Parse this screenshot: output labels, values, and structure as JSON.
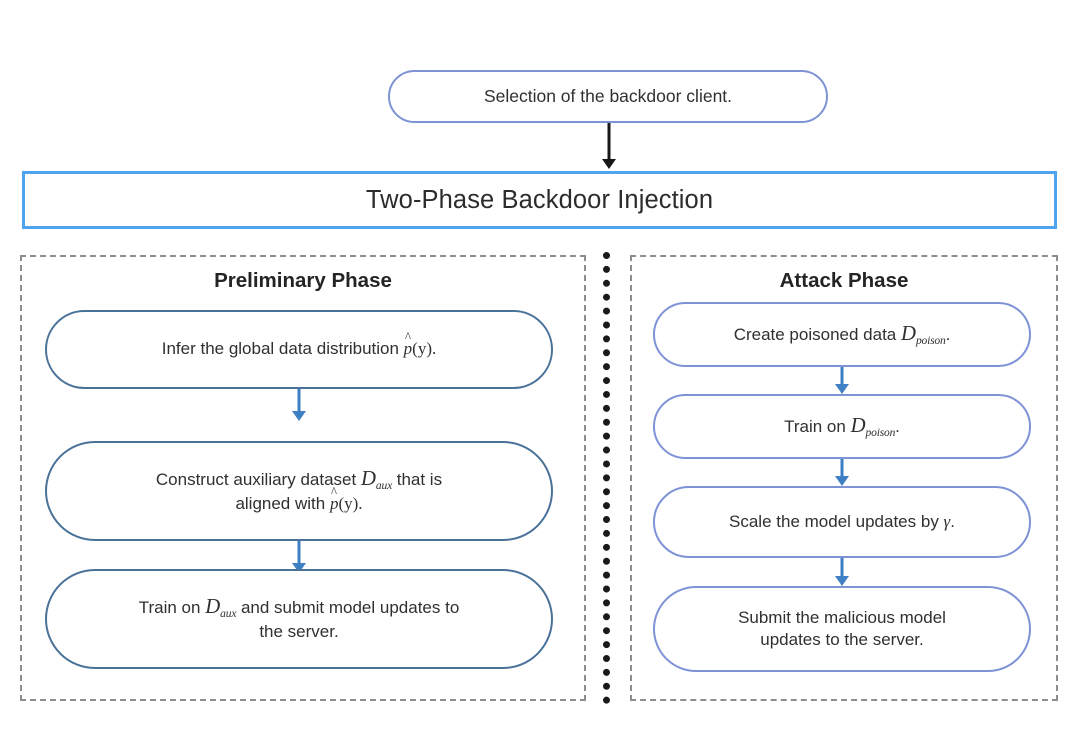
{
  "diagram": {
    "top_node": {
      "label": "Selection of the backdoor client."
    },
    "banner": {
      "title": "Two-Phase Backdoor Injection",
      "border_color": "#4fa4f2"
    },
    "divider": {
      "style": "dotted",
      "color": "#1a1a1a"
    },
    "panels": [
      {
        "id": "preliminary",
        "title": "Preliminary Phase",
        "border_color": "#8d8d8d",
        "node_border_color": "#4a7299",
        "nodes": [
          {
            "id": "infer-distribution",
            "lines": [
              [
                {
                  "t": "text",
                  "v": "Infer the global data distribution "
                },
                {
                  "t": "hatp",
                  "v": "p"
                },
                {
                  "t": "paren",
                  "v": "("
                },
                {
                  "t": "ital-up",
                  "v": "y"
                },
                {
                  "t": "paren",
                  "v": ")."
                }
              ]
            ],
            "plain": "Infer the global data distribution p̂(y)."
          },
          {
            "id": "construct-auxiliary",
            "lines": [
              [
                {
                  "t": "text",
                  "v": "Construct auxiliary dataset "
                },
                {
                  "t": "bigD",
                  "v": "D"
                },
                {
                  "t": "sub",
                  "v": "aux"
                },
                {
                  "t": "text",
                  "v": " that is"
                }
              ],
              [
                {
                  "t": "text",
                  "v": "aligned with "
                },
                {
                  "t": "hatp",
                  "v": "p"
                },
                {
                  "t": "paren",
                  "v": "("
                },
                {
                  "t": "ital-up",
                  "v": "y"
                },
                {
                  "t": "paren",
                  "v": ")."
                }
              ]
            ],
            "plain": "Construct auxiliary dataset D_aux that is aligned with p̂(y)."
          },
          {
            "id": "train-aux-submit",
            "lines": [
              [
                {
                  "t": "text",
                  "v": "Train on "
                },
                {
                  "t": "bigD",
                  "v": "D"
                },
                {
                  "t": "sub",
                  "v": "aux"
                },
                {
                  "t": "text",
                  "v": " and submit model updates to"
                }
              ],
              [
                {
                  "t": "text",
                  "v": "the server."
                }
              ]
            ],
            "plain": "Train on D_aux and submit model updates to the server."
          }
        ]
      },
      {
        "id": "attack",
        "title": "Attack Phase",
        "border_color": "#8d8d8d",
        "node_border_color": "#7e92d6",
        "nodes": [
          {
            "id": "create-poisoned-data",
            "lines": [
              [
                {
                  "t": "text",
                  "v": "Create poisoned data "
                },
                {
                  "t": "bigD",
                  "v": "D"
                },
                {
                  "t": "sub",
                  "v": "poison"
                },
                {
                  "t": "text",
                  "v": "."
                }
              ]
            ],
            "plain": "Create poisoned data D_poison."
          },
          {
            "id": "train-poisoned",
            "lines": [
              [
                {
                  "t": "text",
                  "v": "Train on "
                },
                {
                  "t": "bigD",
                  "v": "D"
                },
                {
                  "t": "sub",
                  "v": "poison"
                },
                {
                  "t": "text",
                  "v": "."
                }
              ]
            ],
            "plain": "Train on D_poison."
          },
          {
            "id": "scale-updates",
            "lines": [
              [
                {
                  "t": "text",
                  "v": "Scale the model updates by "
                },
                {
                  "t": "gamma",
                  "v": "γ"
                },
                {
                  "t": "text",
                  "v": "."
                }
              ]
            ],
            "plain": "Scale the model updates by γ."
          },
          {
            "id": "submit-malicious",
            "lines": [
              [
                {
                  "t": "text",
                  "v": "Submit the malicious model"
                }
              ],
              [
                {
                  "t": "text",
                  "v": "updates to the server."
                }
              ]
            ],
            "plain": "Submit the malicious model updates to the server."
          }
        ]
      }
    ],
    "arrows": [
      {
        "id": "top-to-banner",
        "color": "#171717",
        "from": "top-node",
        "to": "banner"
      },
      {
        "id": "left-1-to-2",
        "color": "#3f7fc4",
        "from": "infer-distribution",
        "to": "construct-auxiliary"
      },
      {
        "id": "left-2-to-3",
        "color": "#3f7fc4",
        "from": "construct-auxiliary",
        "to": "train-aux-submit"
      },
      {
        "id": "right-1-to-2",
        "color": "#3f7fc4",
        "from": "create-poisoned-data",
        "to": "train-poisoned"
      },
      {
        "id": "right-2-to-3",
        "color": "#3f7fc4",
        "from": "train-poisoned",
        "to": "scale-updates"
      },
      {
        "id": "right-3-to-4",
        "color": "#3f7fc4",
        "from": "scale-updates",
        "to": "submit-malicious"
      }
    ]
  }
}
